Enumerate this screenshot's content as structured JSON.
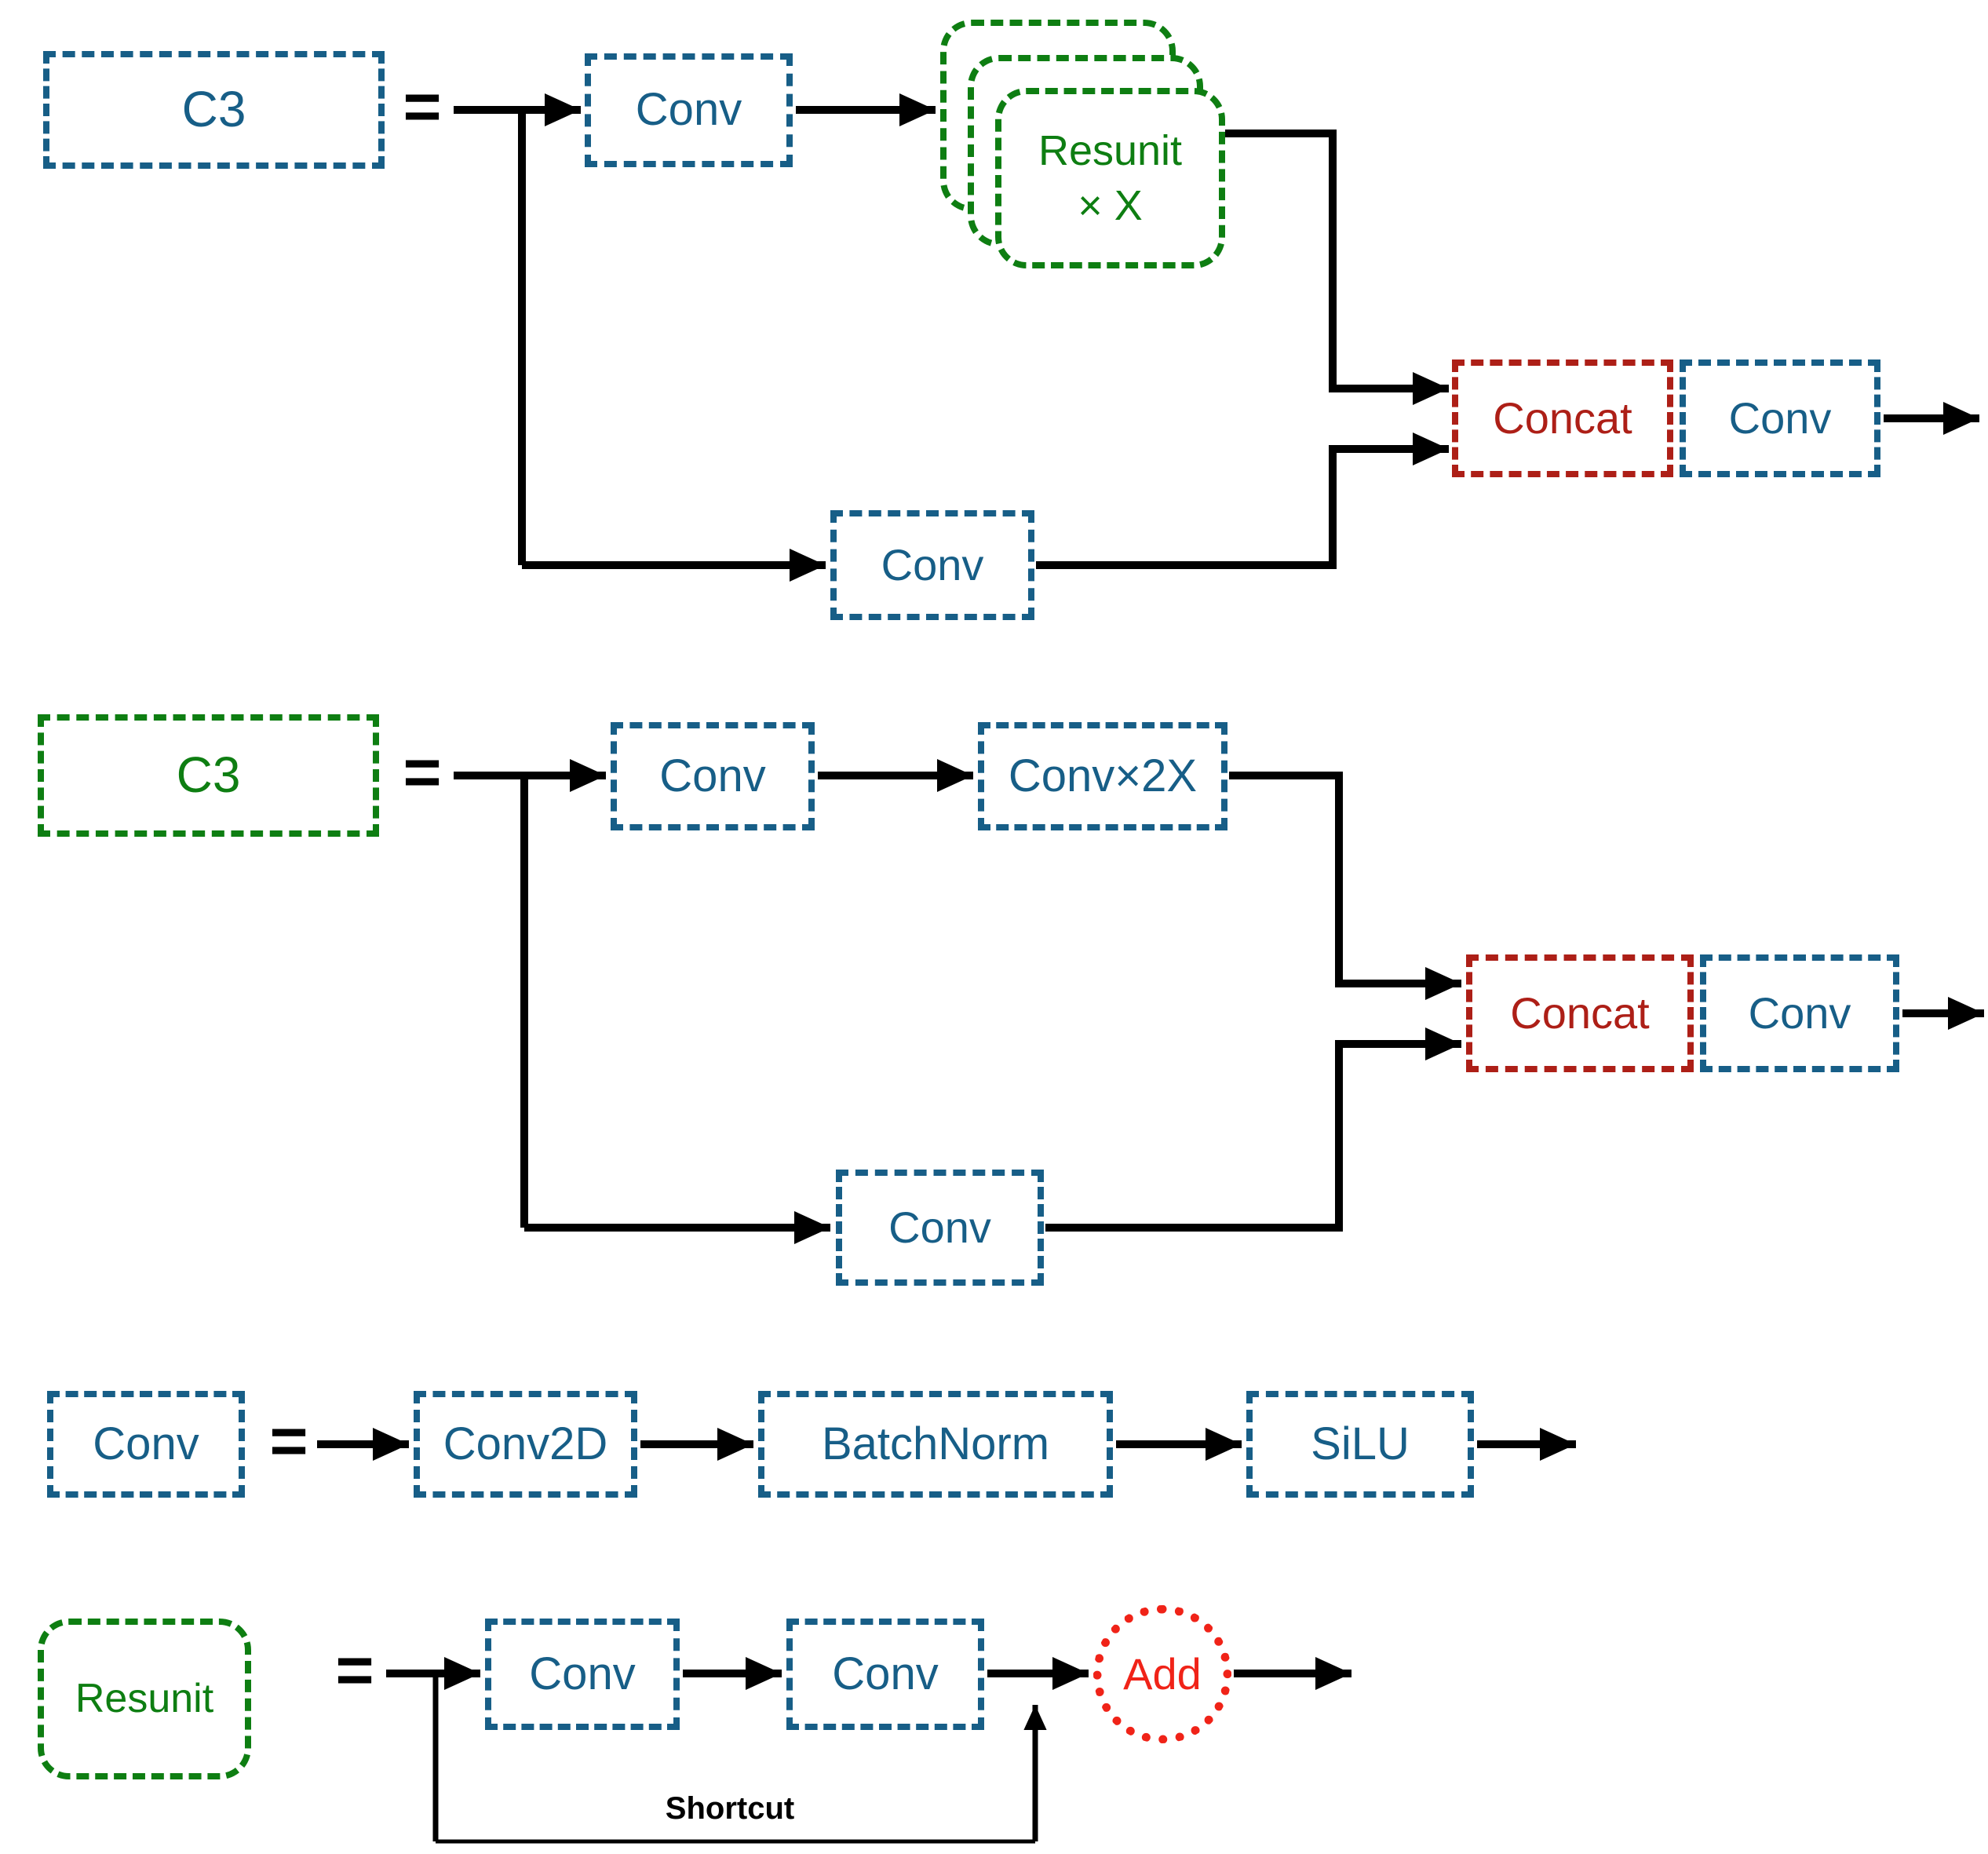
{
  "colors": {
    "blue": "#175E87",
    "green": "#0E7E12",
    "concat_red": "#AD1F17",
    "add_red": "#F02318",
    "line": "#000000"
  },
  "symbols": {
    "equals": "="
  },
  "block1": {
    "name_label": "C3",
    "conv_top": "Conv",
    "resunit_line1": "Resunit",
    "resunit_line2": "× X",
    "concat": "Concat",
    "conv_after_concat": "Conv",
    "conv_bottom": "Conv"
  },
  "block2": {
    "name_label": "C3",
    "conv_top": "Conv",
    "conv_stack": "Conv×2X",
    "concat": "Concat",
    "conv_after_concat": "Conv",
    "conv_bottom": "Conv"
  },
  "conv_def": {
    "name_label": "Conv",
    "conv2d": "Conv2D",
    "batchnorm": "BatchNorm",
    "silu": "SiLU"
  },
  "resunit_def": {
    "name_label": "Resunit",
    "conv1": "Conv",
    "conv2": "Conv",
    "add": "Add",
    "shortcut_label": "Shortcut"
  }
}
